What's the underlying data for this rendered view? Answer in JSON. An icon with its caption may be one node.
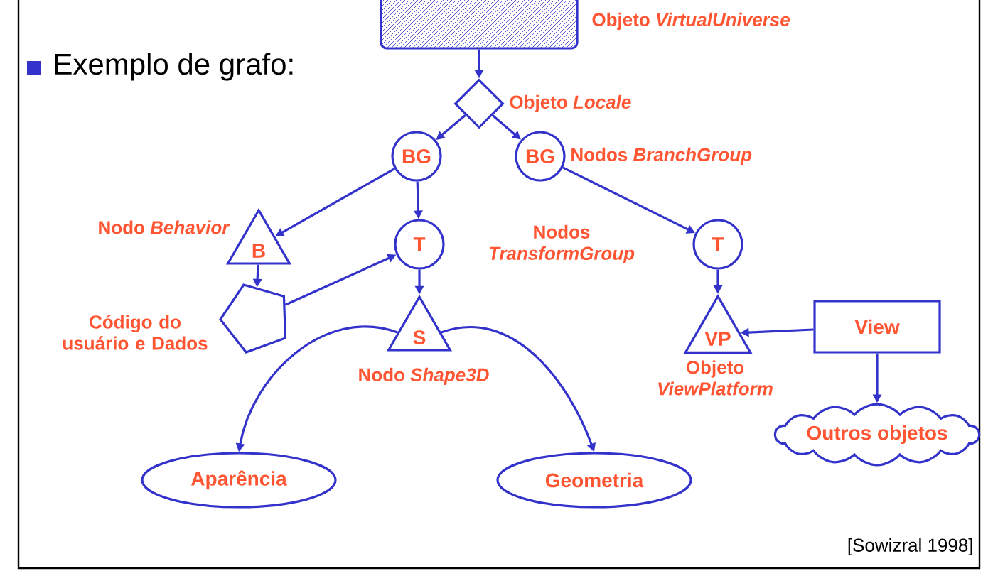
{
  "diagram": {
    "title": "Exemplo de grafo:",
    "nodes": [
      {
        "text": [],
        "shape": "box",
        "beside": [
          "Objeto *VirtualUniverse*"
        ]
      },
      {
        "text": [],
        "shape": "diamond",
        "beside": [
          "Objeto *Locale*"
        ]
      },
      {
        "text": [
          "BG"
        ]
      },
      {
        "text": [
          "BG"
        ],
        "beside": [
          "Nodos *BranchGroup*"
        ]
      },
      {
        "text": [
          "B"
        ],
        "beside": [
          "Nodo *Behavior*"
        ]
      },
      {
        "text": [
          "T"
        ]
      },
      {
        "text": [
          "T"
        ]
      },
      {
        "text": [],
        "shape": "pentagon",
        "beside": [
          "Código do usuário e Dados"
        ]
      },
      {
        "text": [
          "S"
        ],
        "beside": [
          "Nodo *Shape3D*"
        ]
      },
      {
        "text": [
          "VP"
        ],
        "beside": [
          "Objeto *ViewPlatform*"
        ]
      },
      {
        "text": [
          "View"
        ]
      },
      {
        "text": [
          "Aparência"
        ]
      },
      {
        "text": [
          "Geometria"
        ]
      },
      {
        "text": [
          "Outros objetos"
        ]
      }
    ],
    "edges": [
      {
        "from": 0,
        "to": 1,
        "arrow": "to"
      },
      {
        "from": 1,
        "to": 2,
        "arrow": "to"
      },
      {
        "from": 1,
        "to": 3,
        "arrow": "to"
      },
      {
        "from": 2,
        "to": 4,
        "arrow": "to"
      },
      {
        "from": 2,
        "to": 5,
        "arrow": "to"
      },
      {
        "from": 3,
        "to": 6,
        "arrow": "to"
      },
      {
        "from": 4,
        "to": 7,
        "arrow": "to"
      },
      {
        "from": 7,
        "to": 5,
        "arrow": "to"
      },
      {
        "from": 5,
        "to": 8,
        "arrow": "to"
      },
      {
        "from": 6,
        "to": 9,
        "arrow": "to"
      },
      {
        "from": 10,
        "to": 9,
        "arrow": "to"
      },
      {
        "from": 10,
        "to": 13,
        "arrow": "to"
      },
      {
        "from": 8,
        "to": 11,
        "arrow": "to"
      },
      {
        "from": 8,
        "to": 12,
        "arrow": "to"
      }
    ],
    "labels": [
      "Nodos *TransformGroup*",
      "[Sowizral 1998]"
    ]
  }
}
